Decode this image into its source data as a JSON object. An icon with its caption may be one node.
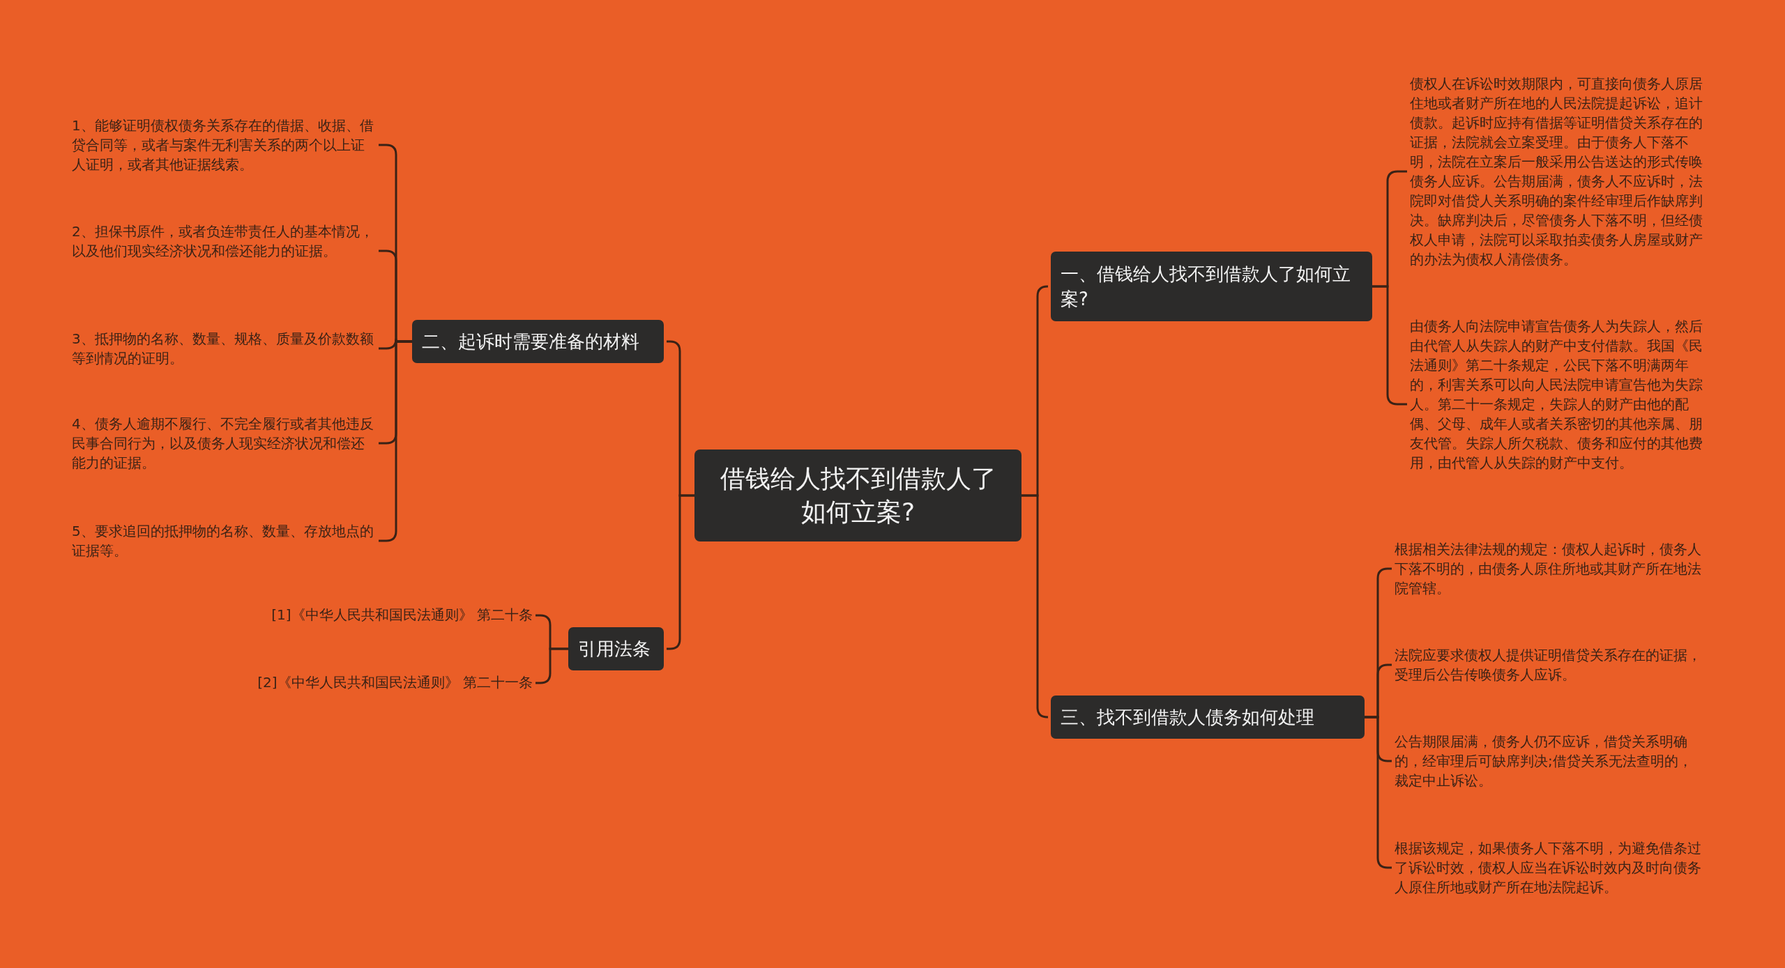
{
  "diagram": {
    "nodes": [
      {
        "text": [
          "借钱给人找不到借款人了如何立案?"
        ]
      },
      {
        "text": [
          "一、借钱给人找不到借款人了如何立案?"
        ]
      },
      {
        "text": [
          "债权人在诉讼时效期限内，可直接向债务人原居住地或者财产所在地的人民法院提起诉讼，追计债款。起诉时应持有借据等证明借贷关系存在的证据，法院就会立案受理。由于债务人下落不明，法院在立案后一般采用公告送达的形式传唤债务人应诉。公告期届满，债务人不应诉时，法院即对借贷人关系明确的案件经审理后作缺席判决。缺席判决后，尽管债务人下落不明，但经债权人申请，法院可以采取拍卖债务人房屋或财产的办法为债权人清偿债务。"
        ]
      },
      {
        "text": [
          "由债务人向法院申请宣告债务人为失踪人，然后由代管人从失踪人的财产中支付借款。我国《民法通则》第二十条规定，公民下落不明满两年的，利害关系可以向人民法院申请宣告他为失踪人。第二十一条规定，失踪人的财产由他的配偶、父母、成年人或者关系密切的其他亲属、朋友代管。失踪人所欠税款、债务和应付的其他费用，由代管人从失踪的财产中支付。"
        ]
      },
      {
        "text": [
          "二、起诉时需要准备的材料"
        ]
      },
      {
        "text": [
          "1、能够证明债权债务关系存在的借据、收据、借贷合同等，或者与案件无利害关系的两个以上证人证明，或者其他证据线索。"
        ]
      },
      {
        "text": [
          "2、担保书原件，或者负连带责任人的基本情况，以及他们现实经济状况和偿还能力的证据。"
        ]
      },
      {
        "text": [
          "3、抵押物的名称、数量、规格、质量及价款数额等到情况的证明。"
        ]
      },
      {
        "text": [
          "4、债务人逾期不履行、不完全履行或者其他违反民事合同行为，以及债务人现实经济状况和偿还能力的证据。"
        ]
      },
      {
        "text": [
          "5、要求追回的抵押物的名称、数量、存放地点的证据等。"
        ]
      },
      {
        "text": [
          "三、找不到借款人债务如何处理"
        ]
      },
      {
        "text": [
          "根据相关法律法规的规定：债权人起诉时，债务人下落不明的，由债务人原住所地或其财产所在地法院管辖。"
        ]
      },
      {
        "text": [
          "法院应要求债权人提供证明借贷关系存在的证据，受理后公告传唤债务人应诉。"
        ]
      },
      {
        "text": [
          "公告期限届满，债务人仍不应诉，借贷关系明确的，经审理后可缺席判决;借贷关系无法查明的，裁定中止诉讼。"
        ]
      },
      {
        "text": [
          "根据该规定，如果债务人下落不明，为避免借条过了诉讼时效，债权人应当在诉讼时效内及时向债务人原住所地或财产所在地法院起诉。"
        ]
      },
      {
        "text": [
          "引用法条"
        ]
      },
      {
        "text": [
          "[1]《中华人民共和国民法通则》 第二十条"
        ]
      },
      {
        "text": [
          "[2]《中华人民共和国民法通则》 第二十一条"
        ]
      }
    ],
    "edges": [
      {
        "from": 0,
        "to": 1,
        "arrow": "none"
      },
      {
        "from": 1,
        "to": 2,
        "arrow": "none"
      },
      {
        "from": 1,
        "to": 3,
        "arrow": "none"
      },
      {
        "from": 0,
        "to": 4,
        "arrow": "none"
      },
      {
        "from": 4,
        "to": 5,
        "arrow": "none"
      },
      {
        "from": 4,
        "to": 6,
        "arrow": "none"
      },
      {
        "from": 4,
        "to": 7,
        "arrow": "none"
      },
      {
        "from": 4,
        "to": 8,
        "arrow": "none"
      },
      {
        "from": 4,
        "to": 9,
        "arrow": "none"
      },
      {
        "from": 0,
        "to": 10,
        "arrow": "none"
      },
      {
        "from": 10,
        "to": 11,
        "arrow": "none"
      },
      {
        "from": 10,
        "to": 12,
        "arrow": "none"
      },
      {
        "from": 10,
        "to": 13,
        "arrow": "none"
      },
      {
        "from": 10,
        "to": 14,
        "arrow": "none"
      },
      {
        "from": 0,
        "to": 15,
        "arrow": "none"
      },
      {
        "from": 15,
        "to": 16,
        "arrow": "none"
      },
      {
        "from": 15,
        "to": 17,
        "arrow": "none"
      }
    ]
  }
}
